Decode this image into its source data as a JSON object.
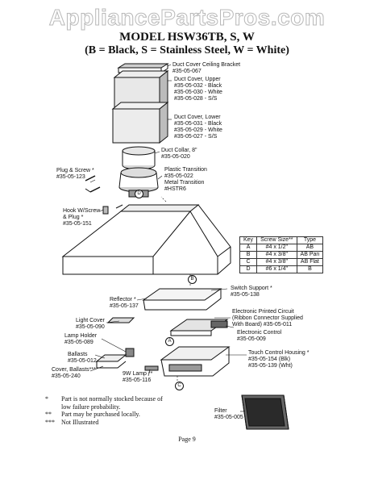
{
  "watermark": "AppliancePartsPros.com",
  "title": "MODEL HSW36TB, S, W",
  "subtitle": "(B = Black, S = Stainless Steel, W = White)",
  "parts": [
    {
      "lines": [
        "Duct Cover Ceiling Bracket",
        "#35-05-067"
      ]
    },
    {
      "lines": [
        "Duct Cover, Upper",
        "#35-05-032 - Black",
        "#35-05-030 - White",
        "#35-05-028 - S/S"
      ]
    },
    {
      "lines": [
        "Duct Cover, Lower",
        "#35-05-031 - Black",
        "#35-05-029 - White",
        "#35-05-027 - S/S"
      ]
    },
    {
      "lines": [
        "Duct Collar, 8\"",
        "#35-05-020"
      ]
    },
    {
      "lines": [
        "Plastic Transition",
        "#35-05-022",
        "Metal Transition",
        "#HSTR6"
      ]
    },
    {
      "lines": [
        "Plug & Screw *",
        "#35-05-123"
      ]
    },
    {
      "lines": [
        "Hook W/Screw",
        "& Plug *",
        "#35-05-151"
      ]
    },
    {
      "lines": [
        "Switch Support *",
        "#35-05-138"
      ]
    },
    {
      "lines": [
        "Reflector *",
        "#35-05-137"
      ]
    },
    {
      "lines": [
        "Electronic Printed Circuit",
        "(Ribbon Connector Supplied",
        "With Board) #35-05-011"
      ]
    },
    {
      "lines": [
        "Light Cover",
        "#35-05-090"
      ]
    },
    {
      "lines": [
        "Electronic Control",
        "#35-05-009"
      ]
    },
    {
      "lines": [
        "Lamp Holder",
        "#35-05-089"
      ]
    },
    {
      "lines": [
        "Touch Control Housing *",
        "#35-05-154 (Blk)",
        "#35-05-139 (Wht)"
      ]
    },
    {
      "lines": [
        "Ballasts",
        "#35-05-012"
      ]
    },
    {
      "lines": [
        "Cover, Ballasts***",
        "#35-05-240"
      ]
    },
    {
      "lines": [
        "9W Lamp **",
        "#35-05-116"
      ]
    },
    {
      "lines": [
        "Filter",
        "#35-05-005"
      ]
    }
  ],
  "callouts": [
    "D",
    "B",
    "A",
    "C"
  ],
  "key_table": {
    "headers": [
      "Key",
      "Screw Size**",
      "Type"
    ],
    "rows": [
      [
        "A",
        "#4 x 1/2\"",
        "AB"
      ],
      [
        "B",
        "#4 x 3/8\"",
        "AB Pan"
      ],
      [
        "C",
        "#4 x 3/8\"",
        "AB Flat"
      ],
      [
        "D",
        "#6 x 1/4\"",
        "B"
      ]
    ]
  },
  "footnotes": [
    {
      "symbol": "*",
      "lines": [
        "Part is not normally stocked because of",
        "low failure probability."
      ]
    },
    {
      "symbol": "**",
      "lines": [
        "Part may be purchased locally."
      ]
    },
    {
      "symbol": "***",
      "lines": [
        "Not Illustrated"
      ]
    }
  ],
  "page_label": "Page 9"
}
